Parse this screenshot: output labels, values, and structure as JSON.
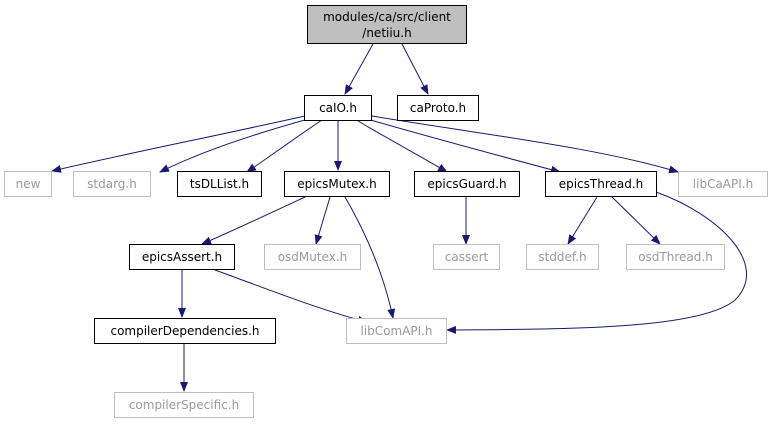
{
  "colors": {
    "edge": "#191970",
    "doc_border": "#000000",
    "ext_border": "#bfbfbf",
    "ext_text": "#9a9a9a",
    "root_fill": "#bfbfbf"
  },
  "root": {
    "line1": "modules/ca/src/client",
    "line2": "/netiiu.h"
  },
  "nodes": {
    "caIO": "caIO.h",
    "caProto": "caProto.h",
    "new": "new",
    "stdarg": "stdarg.h",
    "tsDLList": "tsDLList.h",
    "epicsMutex": "epicsMutex.h",
    "epicsGuard": "epicsGuard.h",
    "epicsThread": "epicsThread.h",
    "libCaAPI": "libCaAPI.h",
    "epicsAssert": "epicsAssert.h",
    "osdMutex": "osdMutex.h",
    "cassert": "cassert",
    "stddef": "stddef.h",
    "osdThread": "osdThread.h",
    "libComAPI": "libComAPI.h",
    "compilerDependencies": "compilerDependencies.h",
    "compilerSpecific": "compilerSpecific.h"
  }
}
